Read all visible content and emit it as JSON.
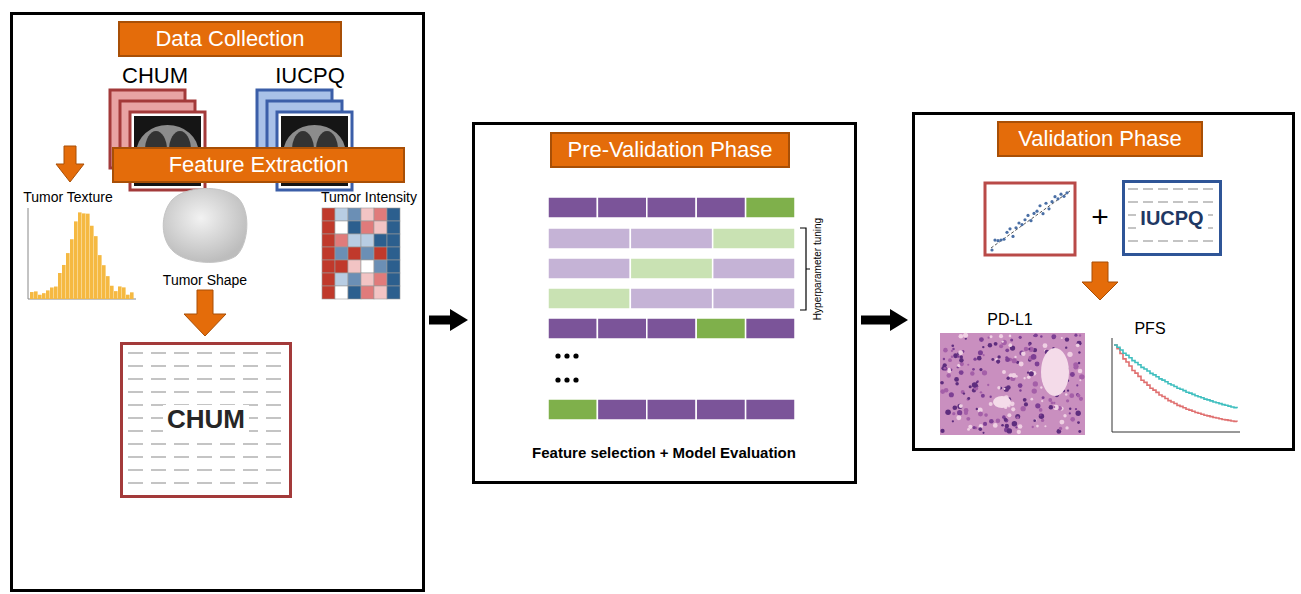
{
  "diagram": {
    "nodes": [
      {
        "text": [
          "CHUM",
          "IUCPQ",
          "Tumor Texture",
          "Tumor Intensity",
          "Tumor Shape"
        ]
      },
      {
        "text": [
          "Data Collection"
        ],
        "in": 0
      },
      {
        "text": [
          "Feature Extraction"
        ],
        "in": 0
      },
      {
        "text": [
          "CHUM"
        ],
        "in": 0
      },
      {
        "text": [
          "Feature selection + Model Evaluation",
          "Hyperparameter tuning"
        ]
      },
      {
        "text": [
          "Pre-Validation Phase"
        ],
        "in": 4
      },
      {
        "text": [
          "+",
          "PD-L1",
          "PFS"
        ]
      },
      {
        "text": [
          "Validation Phase"
        ],
        "in": 6
      },
      {
        "text": [
          "IUCPQ"
        ],
        "in": 6
      }
    ],
    "edges": [
      {
        "from": 0,
        "to": 4,
        "arrow": "to"
      },
      {
        "from": 4,
        "to": 6,
        "arrow": "to"
      }
    ]
  }
}
